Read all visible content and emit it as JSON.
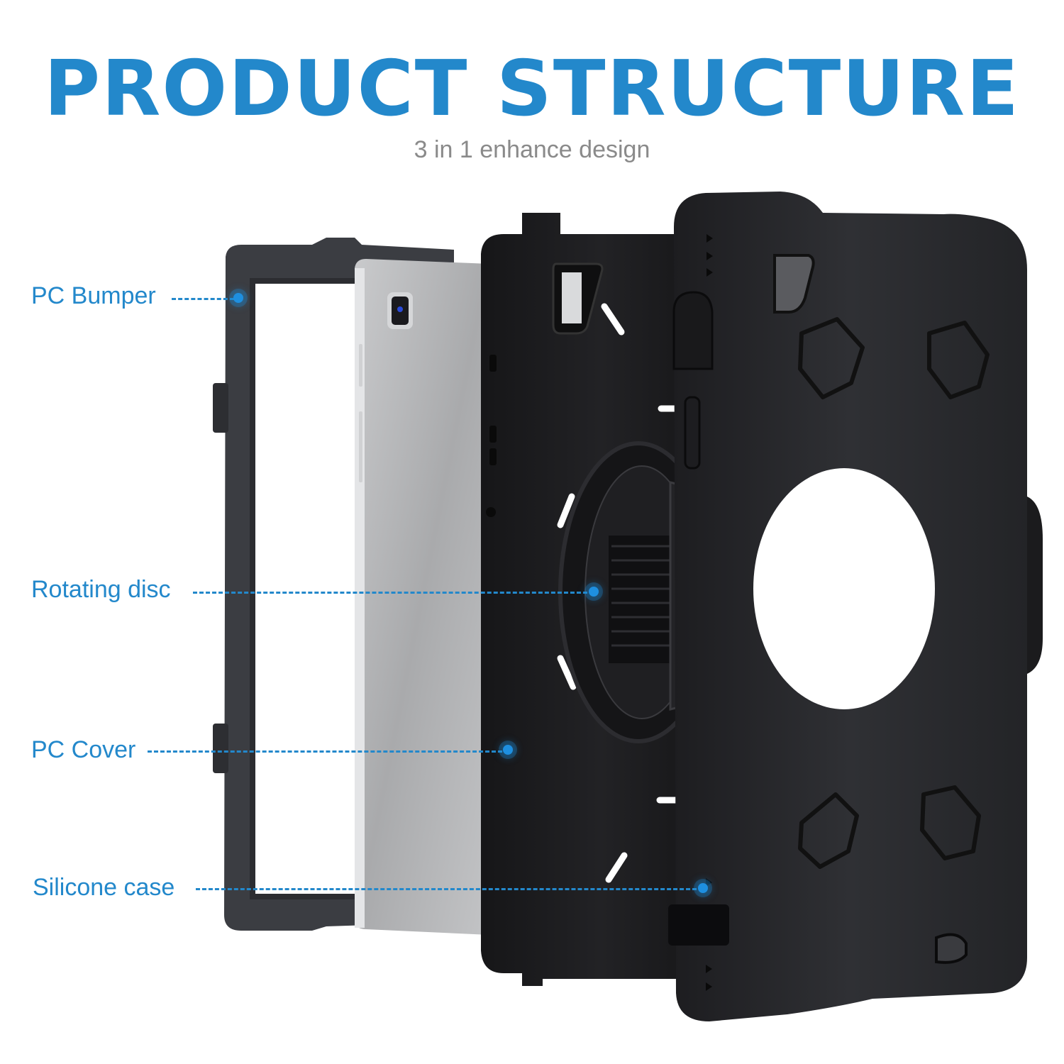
{
  "header": {
    "title": "PRODUCT STRUCTURE",
    "subtitle": "3 in 1 enhance design"
  },
  "callouts": [
    {
      "label": "PC Bumper",
      "component": "pc-bumper"
    },
    {
      "label": "Rotating disc",
      "component": "rotating-disc"
    },
    {
      "label": "PC Cover",
      "component": "pc-cover"
    },
    {
      "label": "Silicone case",
      "component": "silicone-case"
    }
  ],
  "colors": {
    "accent": "#2388cb",
    "subtitle": "#8a8a8a",
    "dot": "#1e8fe0",
    "bumper": "#3b3d42",
    "tablet": "#b5b6b8",
    "cover": "#1c1c1e",
    "silicone": "#2a2b2e"
  }
}
